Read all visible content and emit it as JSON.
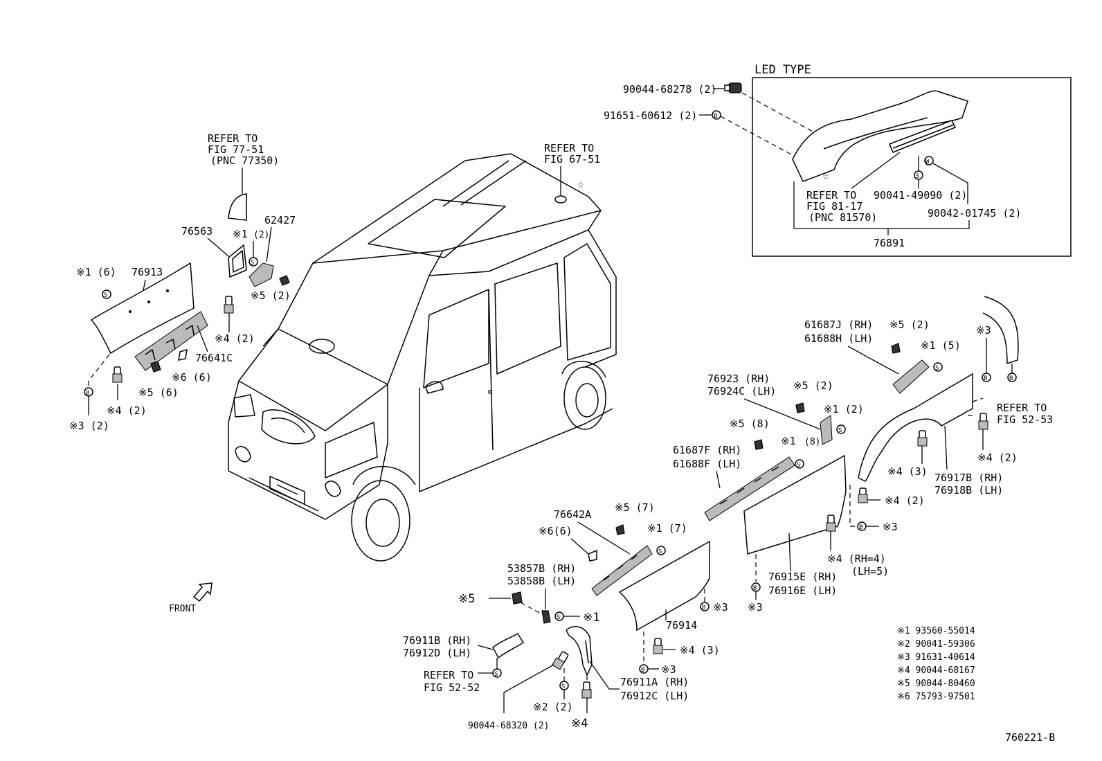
{
  "led_box": {
    "title": "LED TYPE",
    "clip_label": "90044-68278 (2)",
    "bolt_label": "91651-60612 (2)",
    "refer": [
      "REFER TO",
      "FIG 81-17",
      "(PNC 81570)"
    ],
    "screw_label": "90041-49090 (2)",
    "washer_label": "90042-01745 (2)",
    "assembly_label": "76891"
  },
  "refer_77": [
    "REFER TO",
    "FIG 77-51",
    "(PNC 77350)"
  ],
  "refer_67": [
    "REFER TO",
    "FIG 67-51"
  ],
  "refer_52_53": [
    "REFER TO",
    "FIG 52-53"
  ],
  "refer_52_52": [
    "REFER TO",
    "FIG 52-52"
  ],
  "rear_labels": {
    "p76563": "76563",
    "s1_2": "※1",
    "s1_2q": "(2)",
    "p62427": "62427",
    "s5_2": "※5 (2)",
    "s4_2a": "※4 (2)",
    "s1_6": "※1 (6)",
    "p76913": "76913",
    "p76641c": "76641C",
    "s6_6": "※6 (6)",
    "s5_6": "※5 (6)",
    "s4_2b": "※4 (2)",
    "s3_2": "※3 (2)"
  },
  "right_labels": {
    "p61687j": "61687J (RH)",
    "p61688h": "61688H (LH)",
    "s5_2": "※5 (2)",
    "s1_5": "※1 (5)",
    "s3a": "※3",
    "p76923": "76923  (RH)",
    "p76924c": "76924C (LH)",
    "s5_2b": "※5 (2)",
    "s1_2": "※1 (2)",
    "s5_8": "※5 (8)",
    "s1_8": "※1",
    "s1_8q": "(8)",
    "p61687f": "61687F (RH)",
    "p61688f": "61688F (LH)",
    "s4_2c": "※4 (2)",
    "s4_2d": "※4 (2)",
    "s4_3": "※4 (3)",
    "p76917b": "76917B (RH)",
    "p76918b": "76918B (LH)",
    "s3b": "※3",
    "s4_rh": "※4 (RH=4)",
    "s4_lh": "(LH=5)",
    "p76915e": "76915E (RH)",
    "p76916e": "76916E (LH)",
    "s3c": "※3"
  },
  "front_labels": {
    "p76642a": "76642A",
    "s6_6": "※6(6)",
    "s5_7": "※5 (7)",
    "s1_7": "※1 (7)",
    "p53857b": "53857B (RH)",
    "p53858b": "53858B (LH)",
    "s5": "※5",
    "s1": "※1",
    "s3d": "※3",
    "p76914": "76914",
    "s4_3b": "※4 (3)",
    "s3e": "※3",
    "p76911b": "76911B (RH)",
    "p76912d": "76912D (LH)",
    "p76911a": "76911A (RH)",
    "p76912c": "76912C (LH)",
    "s2_2": "※2 (2)",
    "s4": "※4",
    "p90044_68320": "90044-68320 (2)"
  },
  "front_arrow": "FRONT",
  "legend": [
    "※1 93560-55014",
    "※2 90041-59306",
    "※3 91631-40614",
    "※4 90044-68167",
    "※5 90044-80460",
    "※6 75793-97501"
  ],
  "diagram_id": "760221-B",
  "symbols": {
    "screw": "S",
    "bolt": "B",
    "washer": "W",
    "star": "☆"
  }
}
